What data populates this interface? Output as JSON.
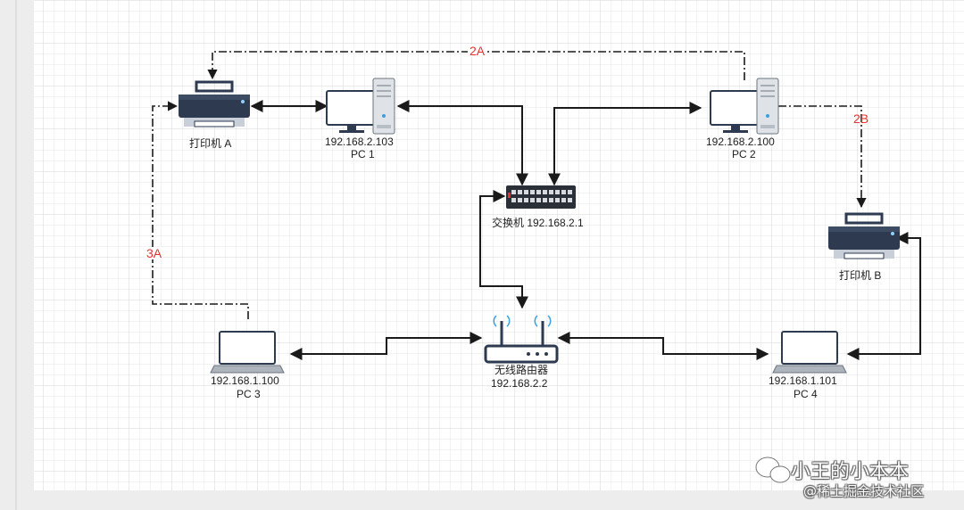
{
  "nodes": {
    "printer_a": {
      "label": "打印机 A"
    },
    "pc1": {
      "ip": "192.168.2.103",
      "label": "PC 1"
    },
    "pc2": {
      "ip": "192.168.2.100",
      "label": "PC 2"
    },
    "switch": {
      "label": "交换机 192.168.2.1"
    },
    "printer_b": {
      "label": "打印机 B"
    },
    "pc3": {
      "ip": "192.168.1.100",
      "label": "PC 3"
    },
    "router": {
      "label": "无线路由器",
      "ip": "192.168.2.2"
    },
    "pc4": {
      "ip": "192.168.1.101",
      "label": "PC 4"
    }
  },
  "connections": {
    "c2a": "2A",
    "c2b": "2B",
    "c3a": "3A"
  },
  "watermark": {
    "line1": "小王的小本本",
    "line2": "@稀土掘金技术社区"
  },
  "colors": {
    "connection_label": "#e8302c",
    "device_dark": "#2e3a4f",
    "line": "#1a1a1a"
  }
}
